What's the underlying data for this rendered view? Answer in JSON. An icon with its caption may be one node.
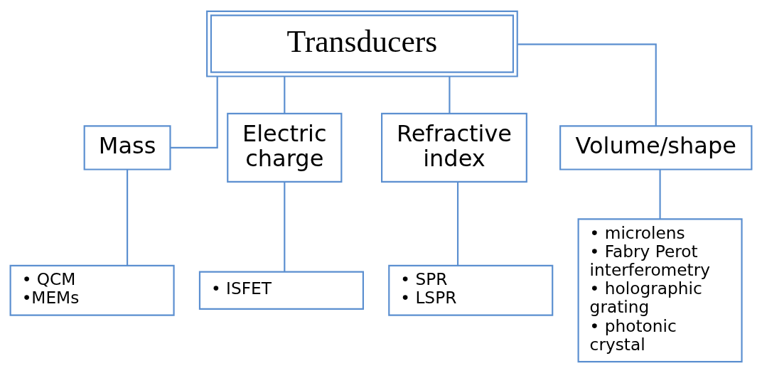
{
  "diagram": {
    "nodes": [
      {
        "text": [
          "Transducers"
        ]
      },
      {
        "text": [
          "Mass"
        ]
      },
      {
        "text": [
          "Electric charge"
        ]
      },
      {
        "text": [
          "Refractive index"
        ]
      },
      {
        "text": [
          "Volume/shape"
        ]
      },
      {
        "text": [
          "• QCM",
          "•MEMs"
        ]
      },
      {
        "text": [
          "• ISFET"
        ]
      },
      {
        "text": [
          "• SPR",
          "• LSPR"
        ]
      },
      {
        "text": [
          "• microlens",
          "• Fabry Perot interferometry",
          "• holographic grating",
          "• photonic crystal"
        ]
      }
    ],
    "edges": [
      {
        "from": 0,
        "to": 1,
        "arrow": "none"
      },
      {
        "from": 0,
        "to": 2,
        "arrow": "none"
      },
      {
        "from": 0,
        "to": 3,
        "arrow": "none"
      },
      {
        "from": 0,
        "to": 4,
        "arrow": "none"
      },
      {
        "from": 1,
        "to": 5,
        "arrow": "none"
      },
      {
        "from": 2,
        "to": 6,
        "arrow": "none"
      },
      {
        "from": 3,
        "to": 7,
        "arrow": "none"
      },
      {
        "from": 4,
        "to": 8,
        "arrow": "none"
      }
    ]
  }
}
